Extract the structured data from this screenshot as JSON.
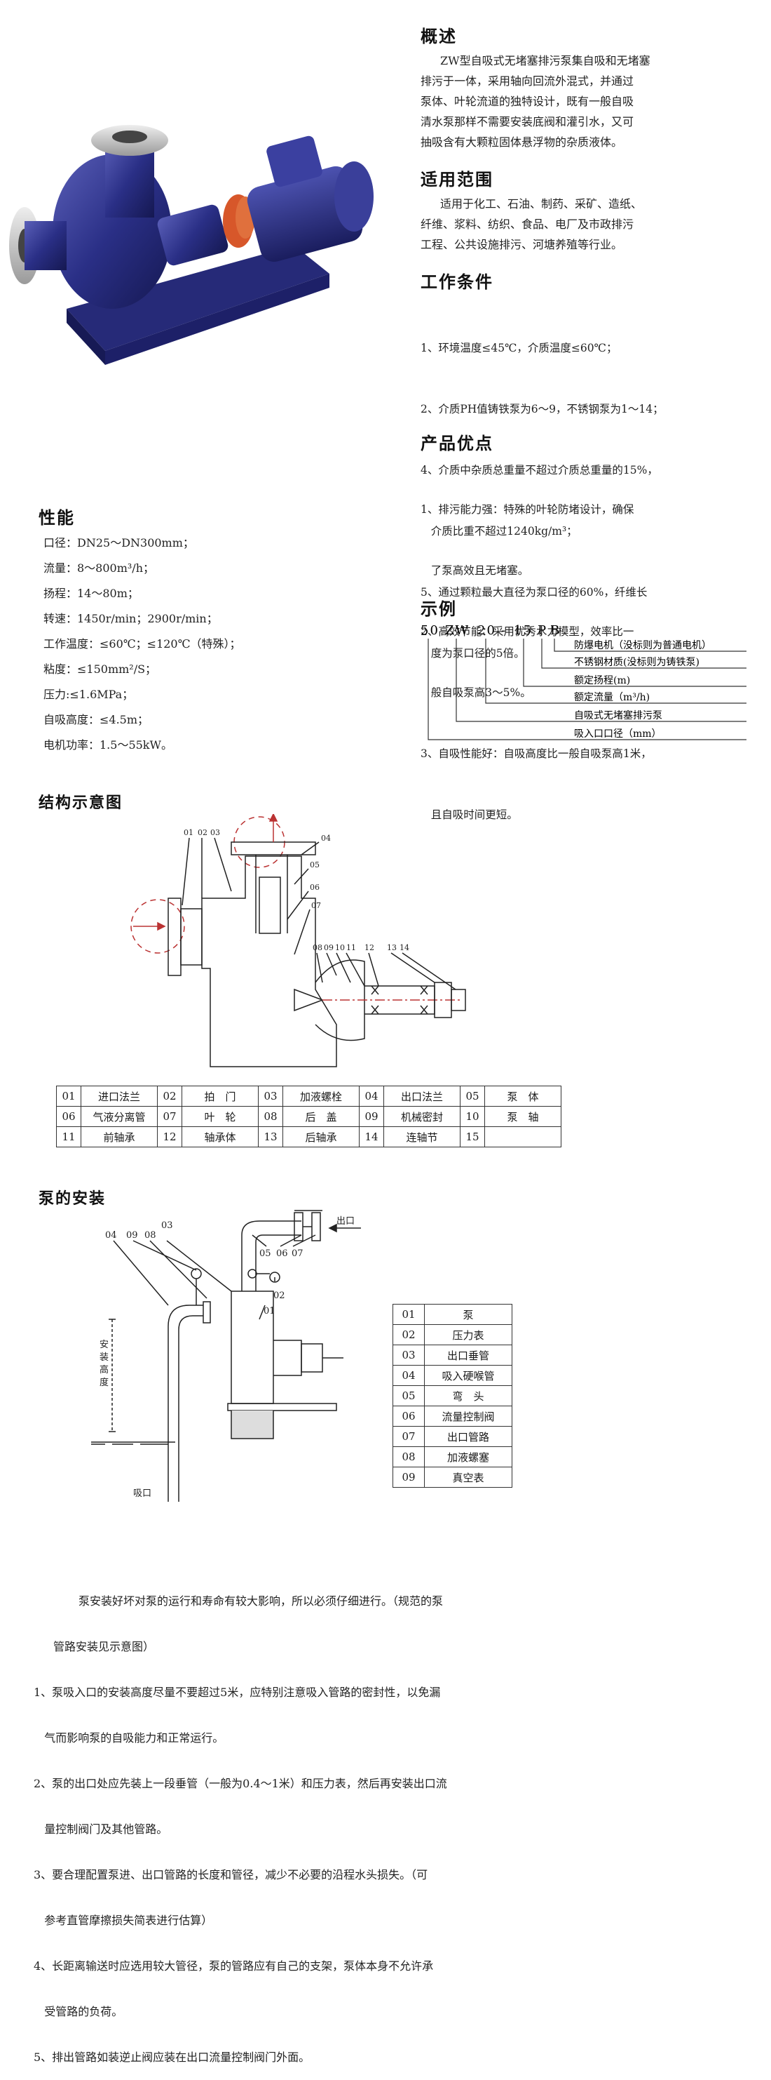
{
  "overview": {
    "title": "概述",
    "lines": [
      "ZW型自吸式无堵塞排污泵集自吸和无堵塞",
      "排污于一体，采用轴向回流外混式，并通过",
      "泵体、叶轮流道的独特设计，既有一般自吸",
      "清水泵那样不需要安装底阀和灌引水，又可",
      "抽吸含有大颗粒固体悬浮物的杂质液体。"
    ]
  },
  "scope": {
    "title": "适用范围",
    "lines": [
      "适用于化工、石油、制药、采矿、造纸、",
      "纤维、浆料、纺织、食品、电厂及市政排污",
      "工程、公共设施排污、河塘养殖等行业。"
    ]
  },
  "conditions": {
    "title": "工作条件",
    "lines": [
      "1、环境温度≤45℃，介质温度≤60℃；",
      "2、介质PH值铸铁泵为6～9，不锈钢泵为1～14；",
      "4、介质中杂质总重量不超过介质总重量的15%，",
      "   介质比重不超过1240kg/m³；",
      "5、通过颗粒最大直径为泵口径的60%，纤维长",
      "   度为泵口径的5倍。"
    ]
  },
  "advantages": {
    "title": "产品优点",
    "lines": [
      "1、排污能力强：特殊的叶轮防堵设计，确保",
      "   了泵高效且无堵塞。",
      "2、高效节能：采用优秀水力模型，效率比一",
      "   般自吸泵高3～5%。",
      "3、自吸性能好：自吸高度比一般自吸泵高1米，",
      "   且自吸时间更短。"
    ]
  },
  "example": {
    "title": "示例",
    "code": [
      "50",
      "ZW",
      "20",
      "-",
      "15",
      "P",
      "B"
    ],
    "labels": [
      "防爆电机（没标则为普通电机）",
      "不锈钢材质(没标则为铸铁泵)",
      "额定扬程(m)",
      "额定流量（m³/h)",
      "自吸式无堵塞排污泵",
      "吸入口口径（mm）"
    ]
  },
  "performance": {
    "title": "性能",
    "rows": [
      "口径：DN25～DN300mm；",
      "流量：8～800m³/h；",
      "扬程：14～80m；",
      "转速：1450r/min；2900r/min；",
      "工作温度：≤60℃；≤120℃（特殊）；",
      "粘度：≤150mm²/S；",
      "压力:≤1.6MPa；",
      "自吸高度：≤4.5m；",
      "电机功率：1.5～55kW。"
    ]
  },
  "structure": {
    "title": "结构示意图",
    "callouts": [
      "01",
      "02",
      "03",
      "04",
      "05",
      "06",
      "07",
      "08",
      "09",
      "10",
      "11",
      "12",
      "13",
      "14"
    ],
    "parts": [
      [
        [
          "01",
          "进口法兰"
        ],
        [
          "02",
          "拍　门"
        ],
        [
          "03",
          "加液螺栓"
        ],
        [
          "04",
          "出口法兰"
        ],
        [
          "05",
          "泵　体"
        ]
      ],
      [
        [
          "06",
          "气液分离管"
        ],
        [
          "07",
          "叶　轮"
        ],
        [
          "08",
          "后　盖"
        ],
        [
          "09",
          "机械密封"
        ],
        [
          "10",
          "泵　轴"
        ]
      ],
      [
        [
          "11",
          "前轴承"
        ],
        [
          "12",
          "轴承体"
        ],
        [
          "13",
          "后轴承"
        ],
        [
          "14",
          "连轴节"
        ],
        [
          "15",
          ""
        ]
      ]
    ]
  },
  "installation": {
    "title": "泵的安装",
    "diagram_labels": {
      "outlet": "出口",
      "inlet": "吸口",
      "height": [
        "安",
        "装",
        "高",
        "度"
      ],
      "callouts": [
        "04",
        "09",
        "08",
        "03",
        "05",
        "06",
        "07",
        "02",
        "01"
      ]
    },
    "parts": [
      [
        "01",
        "泵"
      ],
      [
        "02",
        "压力表"
      ],
      [
        "03",
        "出口垂管"
      ],
      [
        "04",
        "吸入硬喉管"
      ],
      [
        "05",
        "弯　头"
      ],
      [
        "06",
        "流量控制阀"
      ],
      [
        "07",
        "出口管路"
      ],
      [
        "08",
        "加液螺塞"
      ],
      [
        "09",
        "真空表"
      ]
    ],
    "notes": [
      "泵安装好坏对泵的运行和寿命有较大影响，所以必须仔细进行。（规范的泵",
      "管路安装见示意图）",
      "1、泵吸入口的安装高度尽量不要超过5米，应特别注意吸入管路的密封性，以免漏",
      "   气而影响泵的自吸能力和正常运行。",
      "2、泵的出口处应先装上一段垂管（一般为0.4～1米）和压力表，然后再安装出口流",
      "   量控制阀门及其他管路。",
      "3、要合理配置泵进、出口管路的长度和管径，减少不必要的沿程水头损失。（可",
      "   参考直管摩擦损失简表进行估算）",
      "4、长距离输送时应选用较大管径，泵的管路应有自己的支架，泵体本身不允许承",
      "   受管路的负荷。",
      "5、排出管路如装逆止阀应装在出口流量控制阀门外面。"
    ]
  },
  "colors": {
    "pump_blue": "#2a2f86",
    "coupling_orange": "#d7572a",
    "text": "#222222"
  }
}
